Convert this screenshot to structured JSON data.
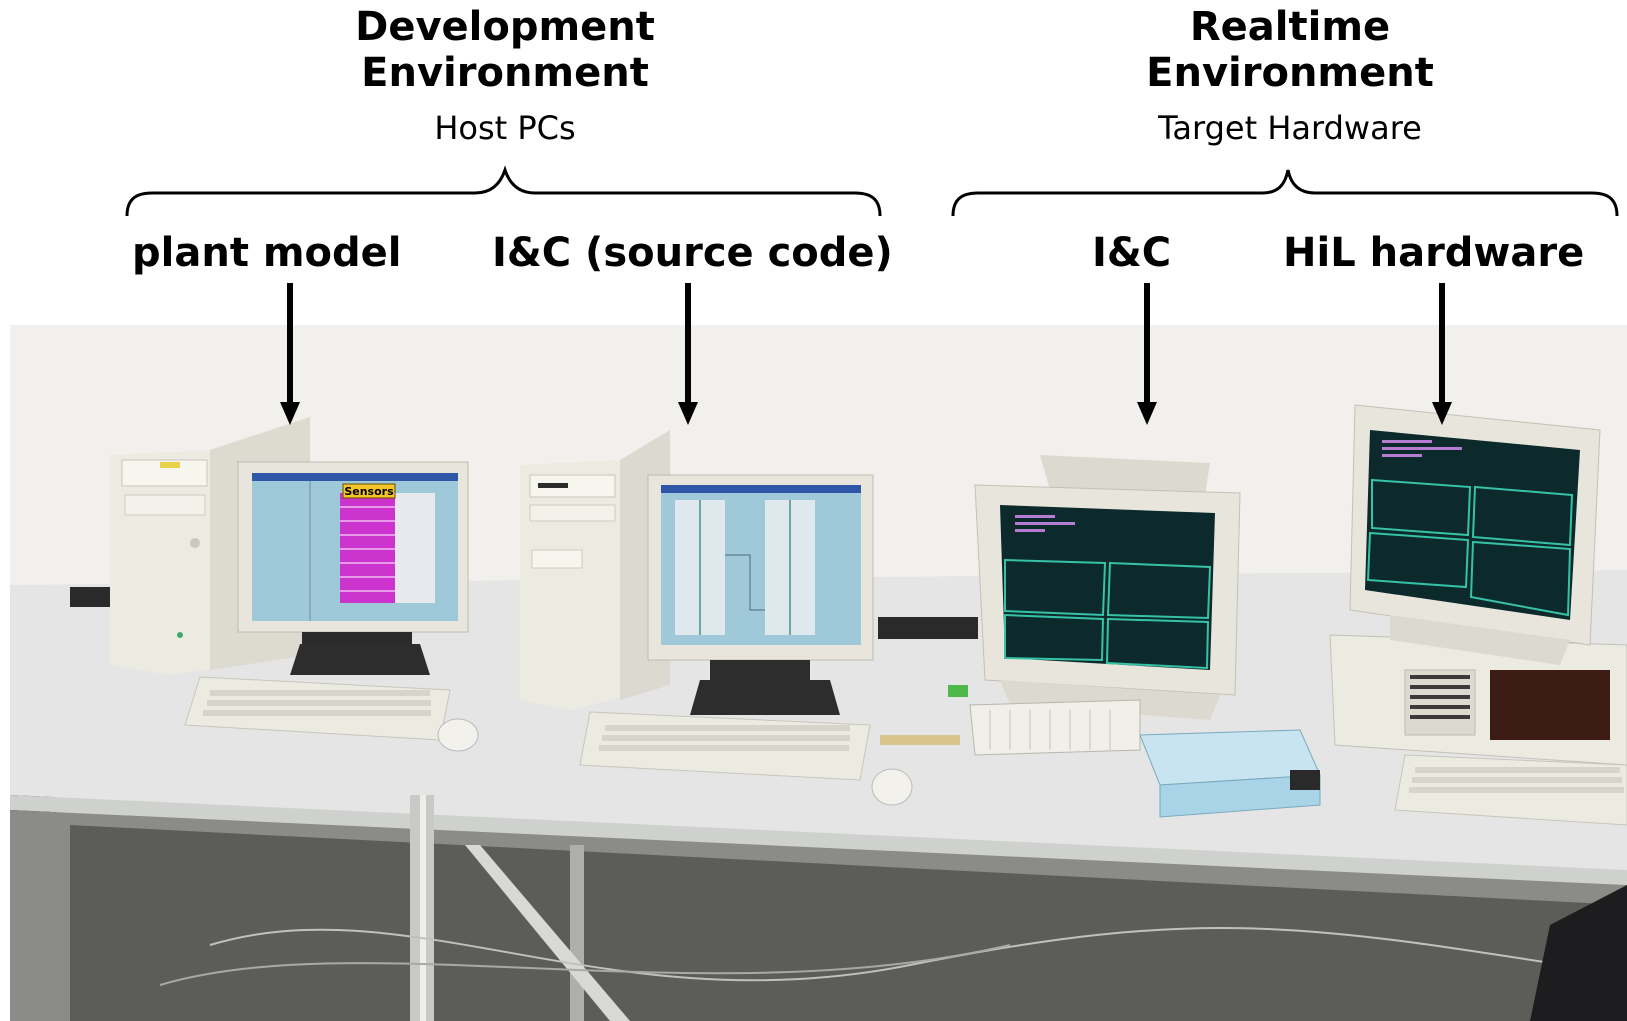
{
  "dev": {
    "title_line1": "Development",
    "title_line2": "Environment",
    "subtitle": "Host PCs",
    "labels": [
      "plant model",
      "I&C (source code)"
    ]
  },
  "rt": {
    "title_line1": "Realtime",
    "title_line2": "Environment",
    "subtitle": "Target Hardware",
    "labels": [
      "I&C",
      "HiL hardware"
    ]
  },
  "screen": {
    "sensors_text": "Sensors"
  },
  "colors": {
    "wall": "#f1f0ec",
    "desk": "#e4e5e4",
    "case": "#ecebe2",
    "monitor_frame": "#e8e6dc",
    "screen_blue": "#9fc8d9",
    "screen_dark": "#0c2a2c",
    "sensors_magenta": "#cc33cc",
    "sensors_yellow": "#f4c52a",
    "device_blue": "#a9d4e8"
  }
}
